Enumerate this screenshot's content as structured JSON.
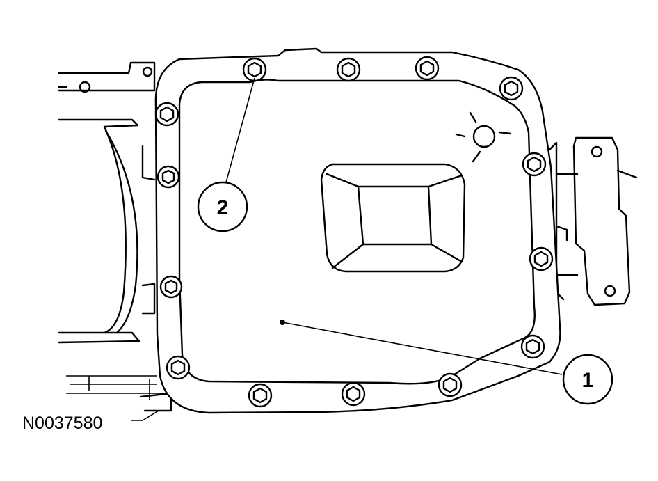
{
  "diagram": {
    "callouts": [
      {
        "id": "callout-1",
        "label": "1"
      },
      {
        "id": "callout-2",
        "label": "2"
      }
    ],
    "figure_id": "N0037580"
  },
  "style": {
    "stroke_color": "#000000",
    "background": "#ffffff"
  }
}
